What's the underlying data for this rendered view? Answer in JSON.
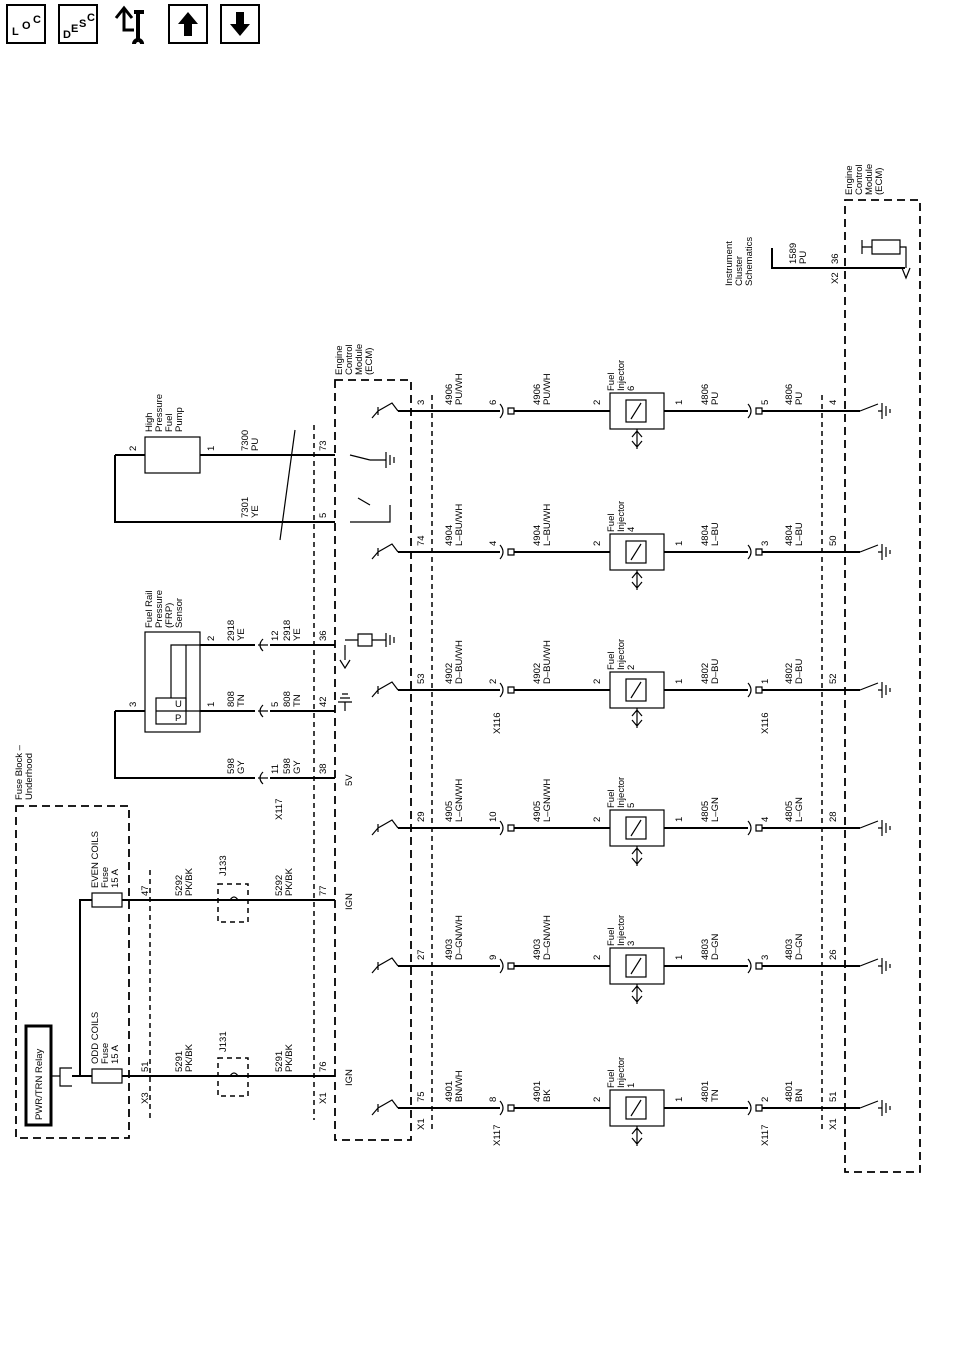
{
  "nav": {
    "loc_label": [
      "L",
      "O",
      "C"
    ],
    "desc_label": [
      "D",
      "E",
      "S",
      "C"
    ],
    "up_icon": "arrow-up",
    "down_icon": "arrow-down",
    "return_icon": "wrench-return"
  },
  "labels": {
    "fuse_block": [
      "Fuse Block –",
      "Underhood"
    ],
    "relay": "PWR/TRN Relay",
    "odd_coils": [
      "ODD COILS",
      "Fuse",
      "15 A"
    ],
    "even_coils": [
      "EVEN COILS",
      "Fuse",
      "15 A"
    ],
    "ecm": [
      "Engine",
      "Control",
      "Module",
      "(ECM)"
    ],
    "frp_sensor": [
      "Fuel Rail",
      "Pressure",
      "(FRP)",
      "Sensor"
    ],
    "hp_pump": [
      "High",
      "Pressure",
      "Fuel",
      "Pump"
    ],
    "ic_schem": [
      "Instrument",
      "Cluster",
      "Schematics"
    ],
    "frp_sensor_letters": [
      "P",
      "U"
    ]
  },
  "pins": {
    "x3_51": "51",
    "x3_47": "47",
    "x3": "X3",
    "j131": "J131",
    "j133": "J133",
    "w5291": [
      "5291",
      "PK/BK"
    ],
    "w5292": [
      "5292",
      "PK/BK"
    ],
    "x1_76": "76",
    "x1_77": "77",
    "x1": "X1",
    "ign1": "IGN",
    "ign2": "IGN",
    "x1_38": "38",
    "x1_42": "42",
    "x1_36": "36",
    "x1_5": "5",
    "x1_73": "73",
    "fivev": "5V",
    "x117_11": "11",
    "x117_5": "5",
    "x117_12": "12",
    "x117": "X117",
    "w598a": [
      "598",
      "GY"
    ],
    "w598b": [
      "598",
      "GY"
    ],
    "w808a": [
      "808",
      "TN"
    ],
    "w808b": [
      "808",
      "TN"
    ],
    "w2918a": [
      "2918",
      "YE"
    ],
    "w2918b": [
      "2918",
      "YE"
    ],
    "w7301": [
      "7301",
      "YE"
    ],
    "w7300": [
      "7300",
      "PU"
    ],
    "frp_p1": "1",
    "frp_p2": "2",
    "frp_p3": "3",
    "pump_p1": "1",
    "pump_p2": "2",
    "w1589": [
      "1589",
      "PU"
    ],
    "x2_36": "36",
    "x2": "X2"
  },
  "injectors": [
    {
      "name": [
        "Fuel",
        "Injector",
        "1"
      ],
      "ecm_pin": "75",
      "in_pin": "8",
      "wire_a": [
        "4901",
        "BN/WH"
      ],
      "wire_b": [
        "4901",
        "BK"
      ],
      "out_wire": [
        "4801",
        "TN"
      ],
      "out_pin": "2",
      "out_wire2": [
        "4801",
        "BN"
      ],
      "gnd_pin": "51"
    },
    {
      "name": [
        "Fuel",
        "Injector",
        "3"
      ],
      "ecm_pin": "27",
      "in_pin": "9",
      "wire_a": [
        "4903",
        "D–GN/WH"
      ],
      "wire_b": [
        "4903",
        "D–GN/WH"
      ],
      "out_wire": [
        "4803",
        "D–GN"
      ],
      "out_pin": "3",
      "out_wire2": [
        "4803",
        "D–GN"
      ],
      "gnd_pin": "26"
    },
    {
      "name": [
        "Fuel",
        "Injector",
        "5"
      ],
      "ecm_pin": "29",
      "in_pin": "10",
      "wire_a": [
        "4905",
        "L–GN/WH"
      ],
      "wire_b": [
        "4905",
        "L–GN/WH"
      ],
      "out_wire": [
        "4805",
        "L–GN"
      ],
      "out_pin": "4",
      "out_wire2": [
        "4805",
        "L–GN"
      ],
      "gnd_pin": "28"
    },
    {
      "name": [
        "Fuel",
        "Injector",
        "2"
      ],
      "ecm_pin": "53",
      "in_pin": "2",
      "wire_a": [
        "4902",
        "D–BU/WH"
      ],
      "wire_b": [
        "4902",
        "D–BU/WH"
      ],
      "out_wire": [
        "4802",
        "D–BU"
      ],
      "out_pin": "1",
      "out_wire2": [
        "4802",
        "D–BU"
      ],
      "gnd_pin": "52"
    },
    {
      "name": [
        "Fuel",
        "Injector",
        "4"
      ],
      "ecm_pin": "74",
      "in_pin": "4",
      "wire_a": [
        "4904",
        "L–BU/WH"
      ],
      "wire_b": [
        "4904",
        "L–BU/WH"
      ],
      "out_wire": [
        "4804",
        "L–BU"
      ],
      "out_pin": "3",
      "out_wire2": [
        "4804",
        "L–BU"
      ],
      "gnd_pin": "50"
    },
    {
      "name": [
        "Fuel",
        "Injector",
        "6"
      ],
      "ecm_pin": "3",
      "in_pin": "6",
      "wire_a": [
        "4906",
        "PU/WH"
      ],
      "wire_b": [
        "4906",
        "PU/WH"
      ],
      "out_wire": [
        "4806",
        "PU"
      ],
      "out_pin": "5",
      "out_wire2": [
        "4806",
        "PU"
      ],
      "gnd_pin": "4"
    }
  ],
  "connectors": {
    "x1_left": "X1",
    "x117_left": "X117",
    "x116_mid": "X116",
    "x117_right": "X117",
    "x116_right": "X116",
    "x1_right": "X1",
    "inj_pin_in": "2",
    "inj_pin_out": "1"
  }
}
